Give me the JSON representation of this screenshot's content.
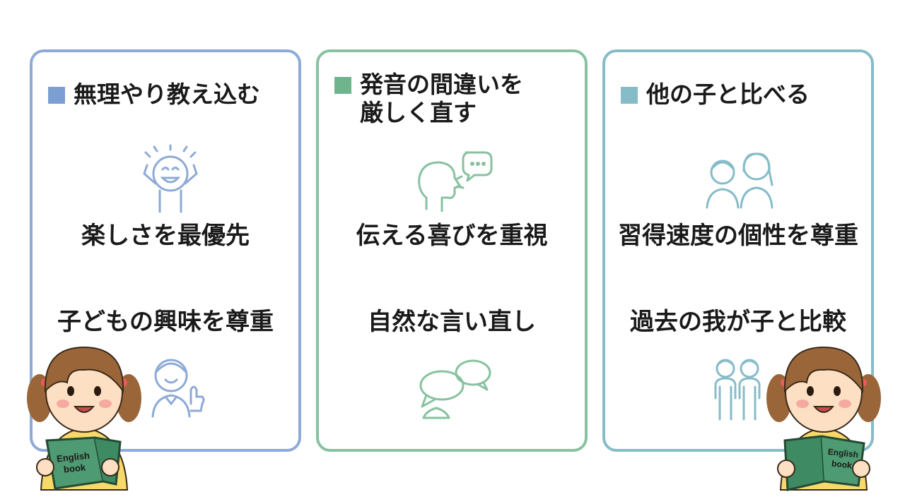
{
  "columns": [
    {
      "heading": "無理やり教え込む",
      "item1": "楽しさを最優先",
      "item2": "子どもの興味を尊重",
      "accent": "#8eaad6"
    },
    {
      "heading_line1": "発音の間違いを",
      "heading_line2": "厳しく直す",
      "item1": "伝える喜びを重視",
      "item2": "自然な言い直し",
      "accent": "#88c2a0"
    },
    {
      "heading": "他の子と比べる",
      "item1": "習得速度の個性を尊重",
      "item2": "過去の我が子と比較",
      "accent": "#86bcc8"
    }
  ],
  "book": {
    "title_line1": "English",
    "title_line2": "book"
  },
  "icons": [
    "smiling-child-icon",
    "thumbs-up-child-icon",
    "speaking-head-icon",
    "conversation-bubbles-icon",
    "two-kids-icon",
    "child-pair-icon"
  ]
}
